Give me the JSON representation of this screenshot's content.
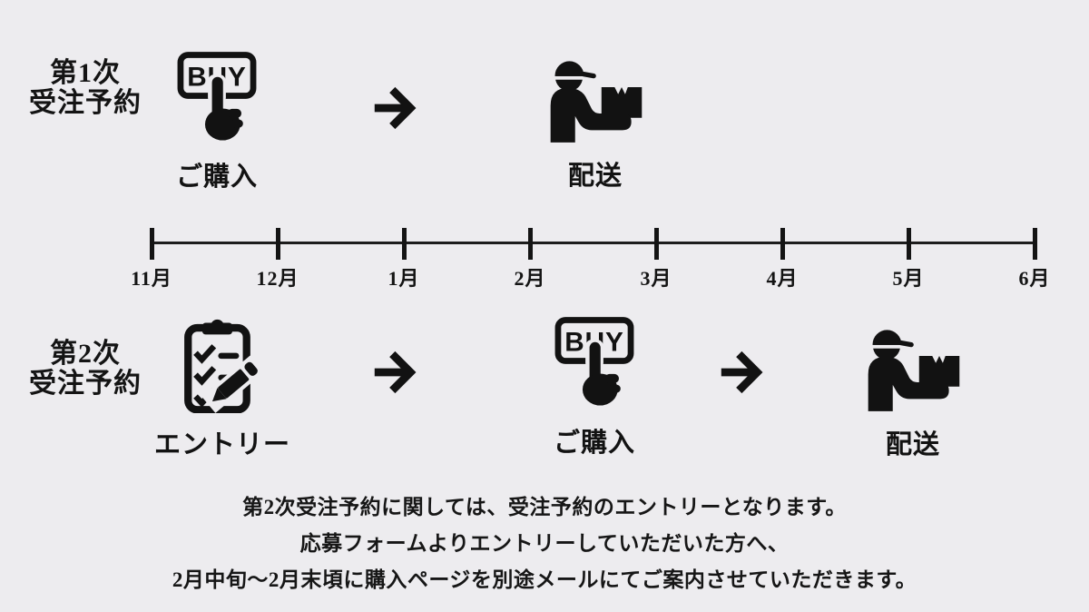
{
  "canvas": {
    "background": "#edecef",
    "ink": "#141414"
  },
  "phase1": {
    "title": {
      "line1": "第1次",
      "line2": "受注予約"
    },
    "purchase_label": "ご購入",
    "delivery_label": "配送"
  },
  "phase2": {
    "title": {
      "line1": "第2次",
      "line2": "受注予約"
    },
    "entry_label": "エントリー",
    "purchase_label": "ご購入",
    "delivery_label": "配送"
  },
  "timeline": {
    "months": [
      "11月",
      "12月",
      "1月",
      "2月",
      "3月",
      "4月",
      "5月",
      "6月"
    ]
  },
  "note": {
    "lines": [
      "第2次受注予約に関しては、受注予約のエントリーとなります。",
      "応募フォームよりエントリーしていただいた方へ、",
      "2月中旬〜2月末頃に購入ページを別途メールにてご案内させていただきます。"
    ]
  },
  "icons": {
    "purchase": "buy-button-icon",
    "delivery": "delivery-person-icon",
    "entry": "clipboard-checklist-icon",
    "flow": "arrow-right-icon"
  },
  "buy_icon_text": "BUY"
}
